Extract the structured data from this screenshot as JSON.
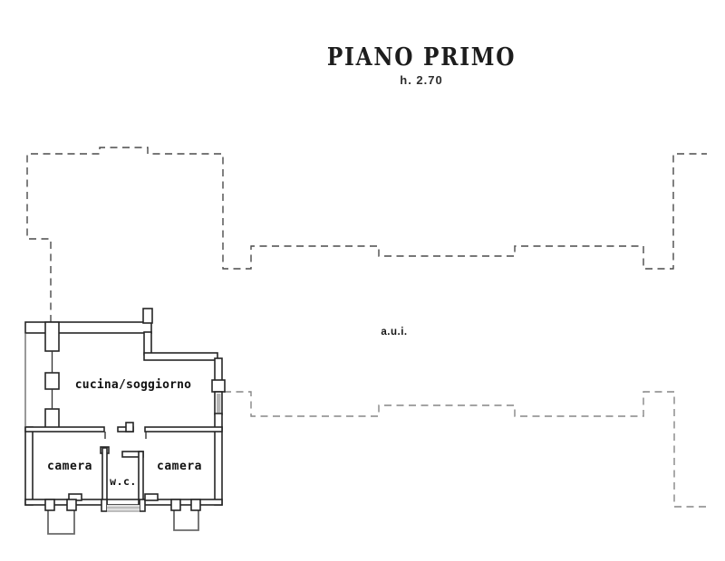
{
  "title": {
    "text": "PIANO PRIMO",
    "height_note": "h. 2.70"
  },
  "plan": {
    "adjacent_unit_label": "a.u.i.",
    "rooms": [
      {
        "id": "cucina-soggiorno",
        "label": "cucina/soggiorno"
      },
      {
        "id": "camera-left",
        "label": "camera"
      },
      {
        "id": "wc",
        "label": "w.c."
      },
      {
        "id": "camera-right",
        "label": "camera"
      }
    ]
  },
  "colors": {
    "background": "#ffffff",
    "wall_line": "#262626",
    "dash_upper_outline": "#4a4a4a",
    "dash_lower_outline": "#868686",
    "window_hatch": "#b5b5b5",
    "threshold_fill": "#e0e0e0",
    "balcony_line": "#6a6a6a",
    "text": "#111111"
  }
}
